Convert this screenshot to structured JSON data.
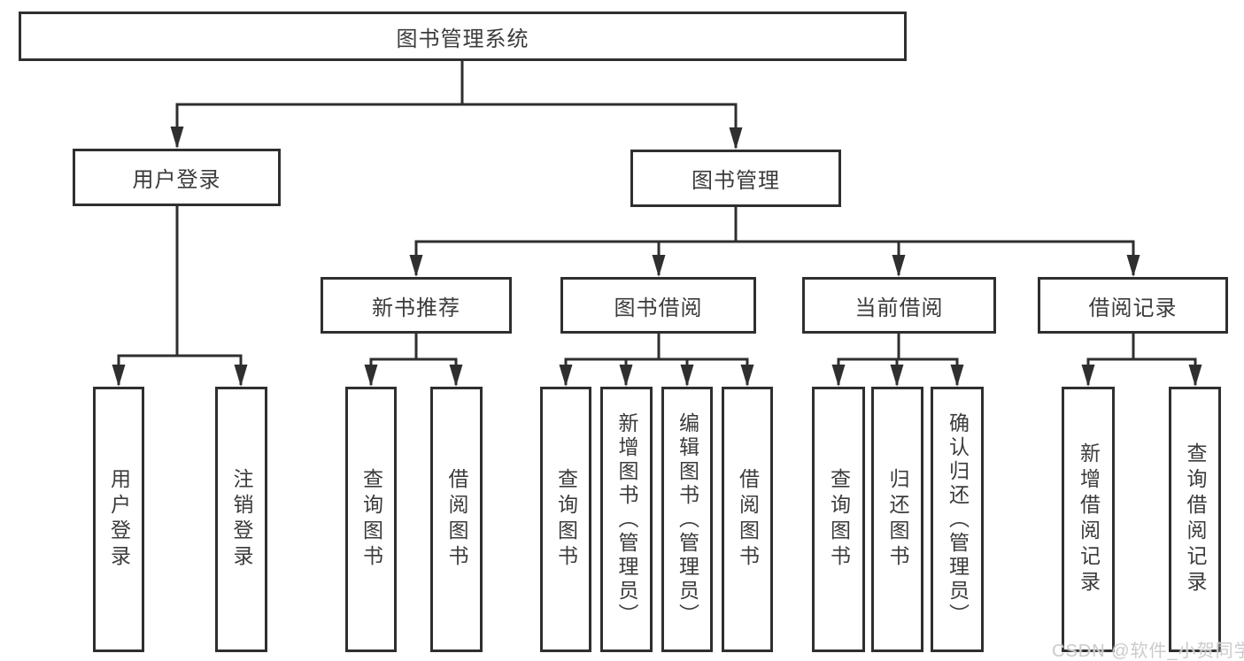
{
  "diagram": {
    "root": {
      "label": "图书管理系统"
    },
    "level1": [
      {
        "label": "用户登录"
      },
      {
        "label": "图书管理"
      }
    ],
    "level2": [
      {
        "label": "新书推荐"
      },
      {
        "label": "图书借阅"
      },
      {
        "label": "当前借阅"
      },
      {
        "label": "借阅记录"
      }
    ],
    "leaves": [
      {
        "label": "用户登录"
      },
      {
        "label": "注销登录"
      },
      {
        "label": "查询图书"
      },
      {
        "label": "借阅图书"
      },
      {
        "label": "查询图书"
      },
      {
        "label": "新增图书（管理员）"
      },
      {
        "label": "编辑图书（管理员）"
      },
      {
        "label": "借阅图书"
      },
      {
        "label": "查询图书"
      },
      {
        "label": "归还图书"
      },
      {
        "label": "确认归还（管理员）"
      },
      {
        "label": "新增借阅记录"
      },
      {
        "label": "查询借阅记录"
      }
    ],
    "watermark": {
      "label": "CSDN @软件_小贺同学"
    },
    "colors": {
      "line": "#2f2f2f",
      "border": "#2f2f2f",
      "text": "#3b3b3b",
      "watermark": "#cbcbcb",
      "background": "#ffffff"
    }
  }
}
